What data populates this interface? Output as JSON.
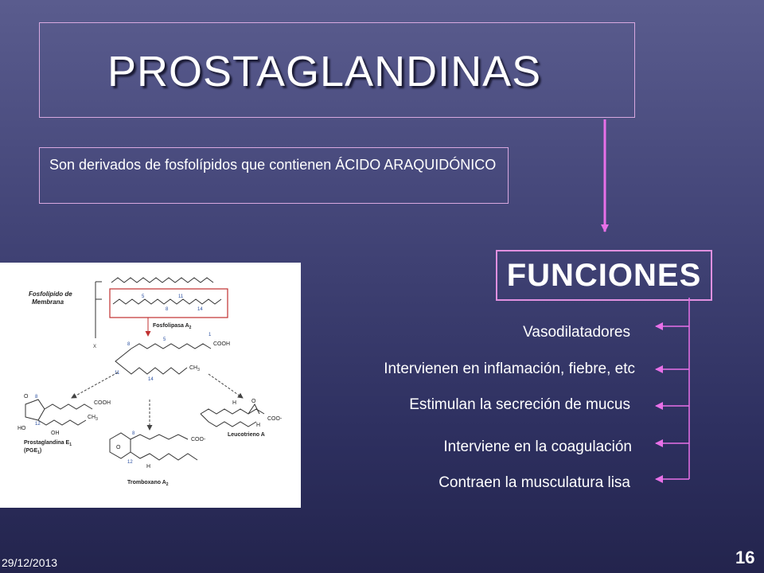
{
  "slide": {
    "title": "PROSTAGLANDINAS",
    "description": "Son derivados de fosfolípidos que contienen ÁCIDO ARAQUIDÓNICO",
    "functions_heading": "FUNCIONES",
    "functions": [
      "Vasodilatadores",
      "Intervienen en inflamación, fiebre, etc",
      "Estimulan la secreción de mucus",
      "Interviene en  la coagulación",
      "Contraen la musculatura lisa"
    ],
    "date": "29/12/2013",
    "page_number": "16"
  },
  "diagram": {
    "labels": {
      "fosfolipido": "Fosfolípido de",
      "membrana": "Membrana",
      "fosfolipasa": "Fosfolipasa A",
      "fosfolipasa_sub": "2",
      "cooh": "COOH",
      "ch3": "CH",
      "ch3_sub": "3",
      "prostaglandina": "Prostaglandina E",
      "prostaglandina_sub": "1",
      "pge": "(PGE",
      "pge_sub": "1",
      "pge_close": ")",
      "tromboxano": "Tromboxano A",
      "tromboxano_sub": "2",
      "leucotrieno": "Leucotrieno A",
      "coo_minus": "COO-",
      "oh": "OH",
      "ho": "HO",
      "o": "O",
      "h": "H",
      "x": "X",
      "n1": "1",
      "n5": "5",
      "n8": "8",
      "n11": "11",
      "n12": "12",
      "n14": "14"
    }
  },
  "colors": {
    "accent_border": "#d8a8e0",
    "arrow": "#e870e8",
    "text": "#ffffff"
  }
}
